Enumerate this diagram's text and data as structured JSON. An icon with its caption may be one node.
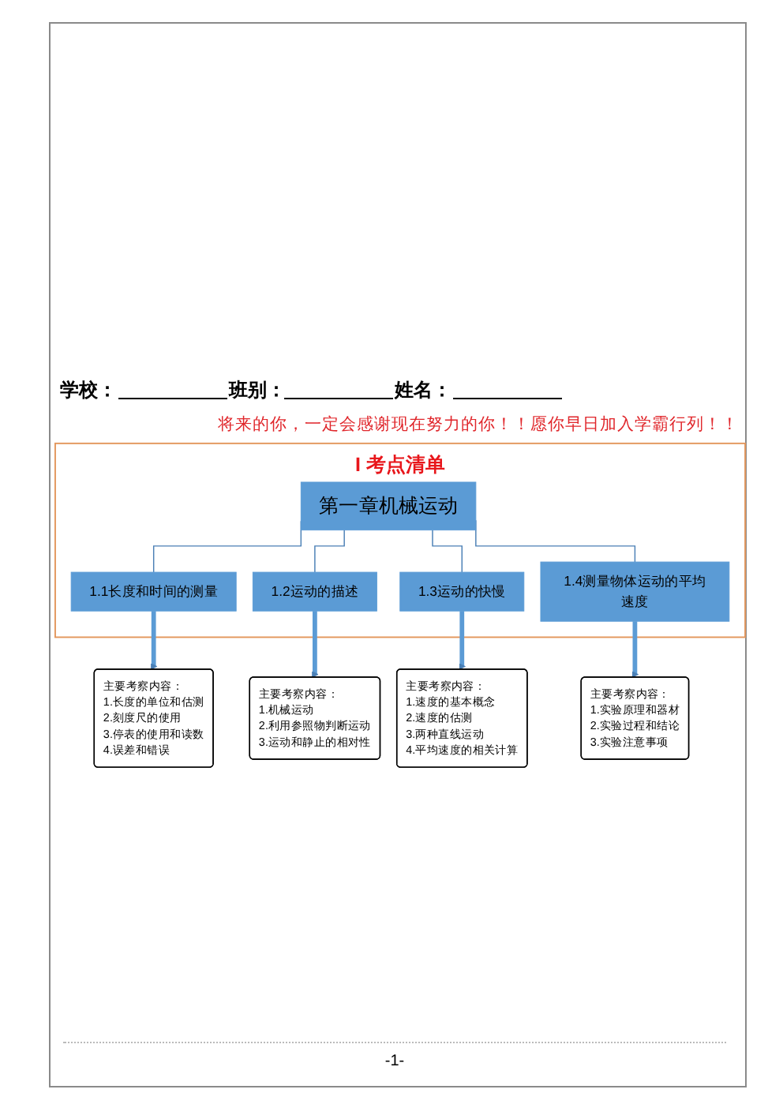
{
  "diagram": {
    "nodes": [
      {
        "text": [
          "I 考点清单"
        ]
      },
      {
        "text": [
          "第一章机械运动"
        ],
        "in": 0
      },
      {
        "text": [
          "1.1长度和时间的测量"
        ],
        "in": 0
      },
      {
        "text": [
          "1.2运动的描述"
        ],
        "in": 0
      },
      {
        "text": [
          "1.3运动的快慢"
        ],
        "in": 0
      },
      {
        "text": [
          "1.4测量物体运动的平均速度"
        ],
        "in": 0
      },
      {
        "text": [
          "主要考察内容：",
          "1.长度的单位和估测",
          "2.刻度尺的使用",
          "3.停表的使用和读数",
          "4.误差和错误"
        ]
      },
      {
        "text": [
          "主要考察内容：",
          "1.机械运动",
          "2.利用参照物判断运动",
          "3.运动和静止的相对性"
        ]
      },
      {
        "text": [
          "主要考察内容：",
          "1.速度的基本概念",
          "2.速度的估测",
          "3.两种直线运动",
          "4.平均速度的相关计算"
        ]
      },
      {
        "text": [
          "主要考察内容：",
          "1.实验原理和器材",
          "2.实验过程和结论",
          "3.实验注意事项"
        ]
      }
    ],
    "edges": [
      {
        "from": 1,
        "to": 2,
        "arrow": "none"
      },
      {
        "from": 1,
        "to": 3,
        "arrow": "none"
      },
      {
        "from": 1,
        "to": 4,
        "arrow": "none"
      },
      {
        "from": 1,
        "to": 5,
        "arrow": "none"
      },
      {
        "from": 2,
        "to": 6,
        "arrow": "to",
        "style": "thick",
        "color": "#5b9bd5"
      },
      {
        "from": 3,
        "to": 7,
        "arrow": "to",
        "style": "thick",
        "color": "#5b9bd5"
      },
      {
        "from": 4,
        "to": 8,
        "arrow": "to",
        "style": "thick",
        "color": "#5b9bd5"
      },
      {
        "from": 5,
        "to": 9,
        "arrow": "to",
        "style": "thick",
        "color": "#5b9bd5"
      }
    ],
    "labels": [
      "学校：",
      "班别：",
      "姓名：",
      "将来的你，一定会感谢现在努力的你！！愿你早日加入学霸行列！！",
      "-1-"
    ]
  }
}
